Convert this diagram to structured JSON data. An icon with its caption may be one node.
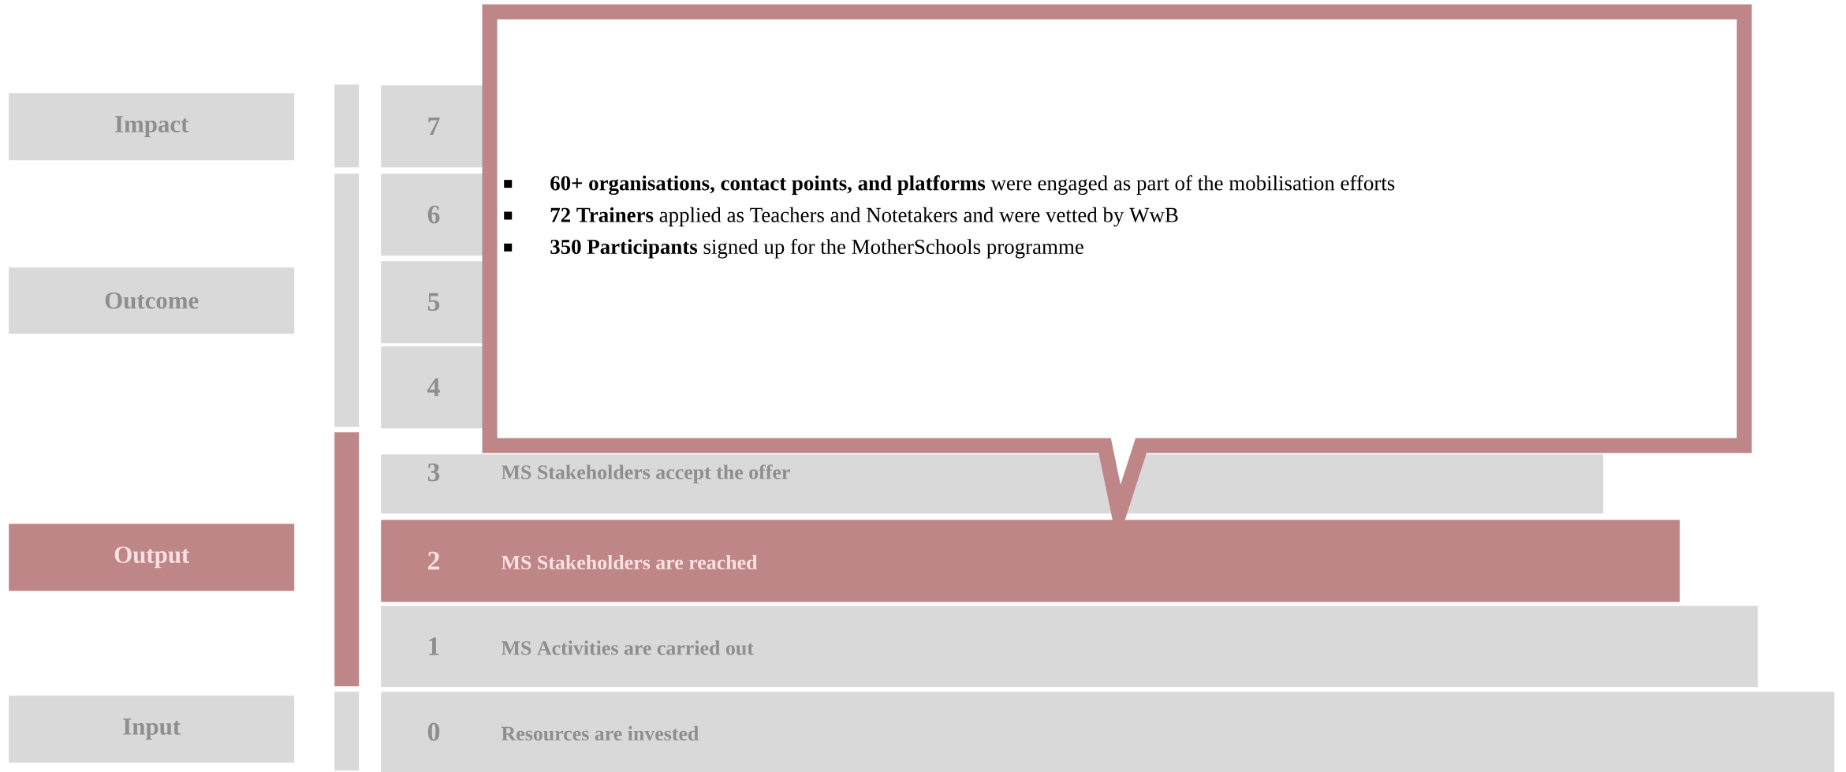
{
  "diagram": {
    "nodes": [
      {
        "text": [
          "Impact"
        ]
      },
      {
        "text": [
          "Outcome"
        ]
      },
      {
        "text": [
          "Output"
        ]
      },
      {
        "text": [
          "Input"
        ]
      },
      {
        "text": [
          "7"
        ]
      },
      {
        "text": [
          "6"
        ]
      },
      {
        "text": [
          "5"
        ]
      },
      {
        "text": [
          "4"
        ]
      },
      {
        "text": [
          "3",
          "MS Stakeholders accept the offer"
        ]
      },
      {
        "text": [
          "2",
          "MS Stakeholders are reached"
        ]
      },
      {
        "text": [
          "1",
          "MS Activities are carried out"
        ]
      },
      {
        "text": [
          "0",
          "Resources are invested"
        ]
      },
      {
        "text": [],
        "shape": "bar"
      },
      {
        "text": [],
        "shape": "bar"
      },
      {
        "text": [],
        "shape": "bar"
      },
      {
        "text": [],
        "shape": "bar"
      },
      {
        "text": [
          "**60+ organisations, contact points, and platforms** were engaged as part of the mobilisation efforts",
          "**72 Trainers** applied as Teachers and Notetakers and were vetted by WwB",
          "**350 Participants** signed up for the MotherSchools programme"
        ]
      }
    ]
  }
}
